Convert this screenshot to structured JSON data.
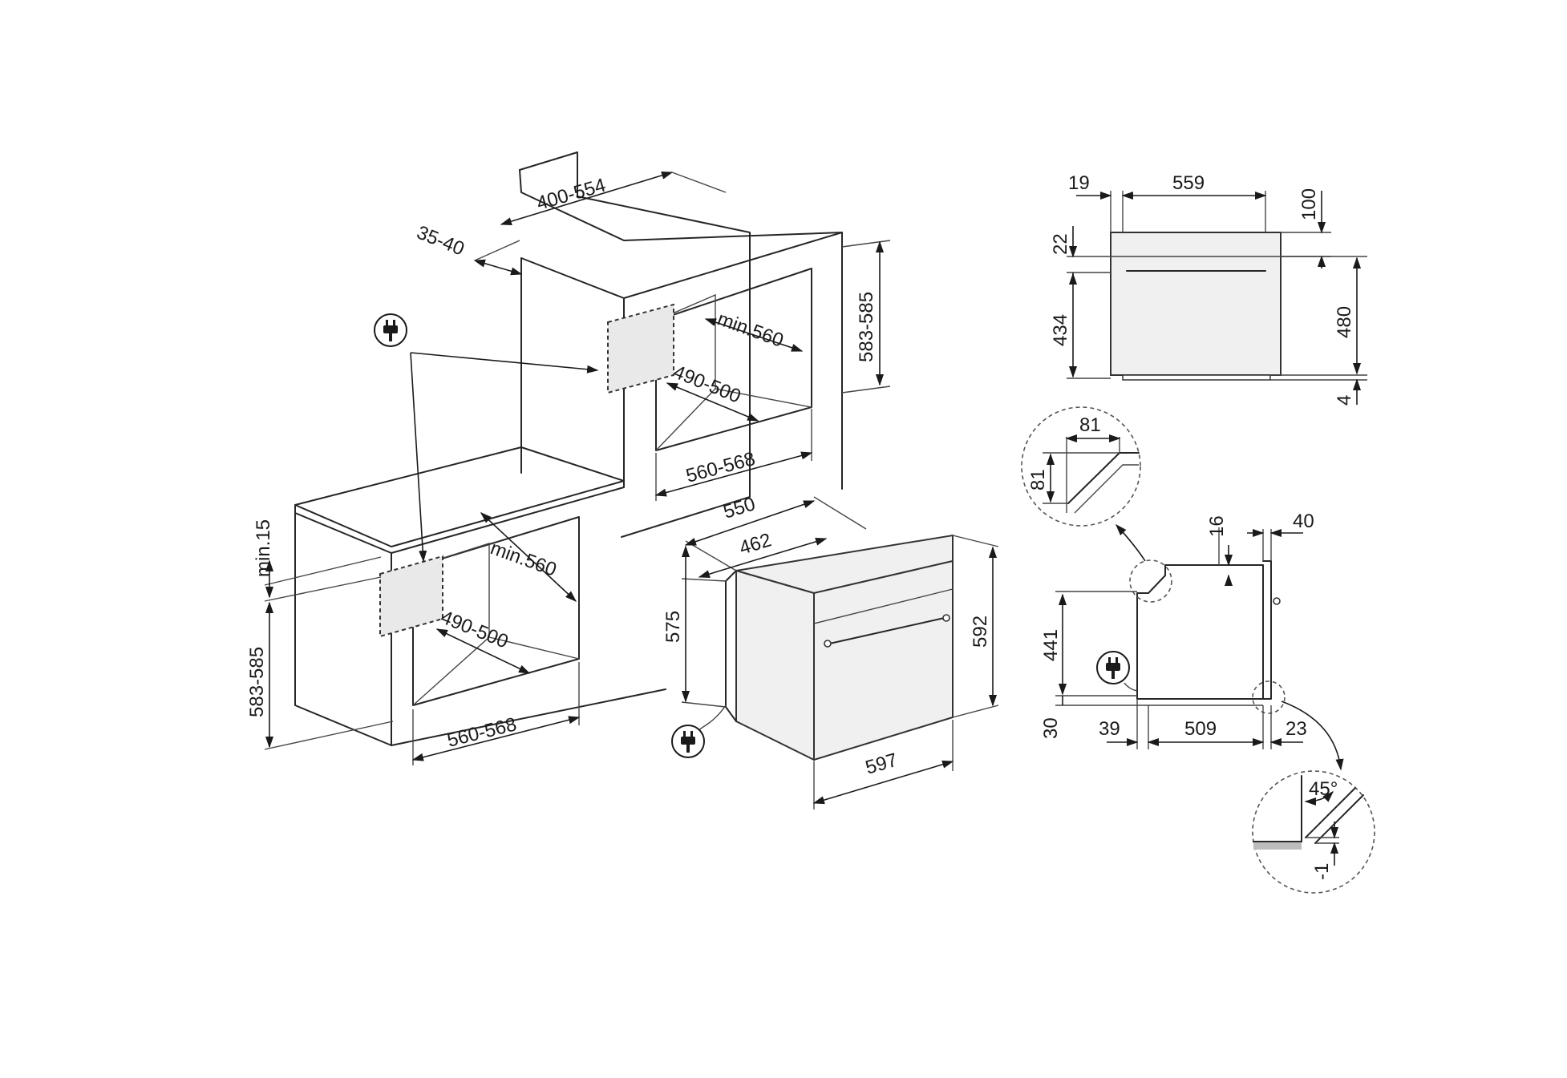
{
  "dims": {
    "upper_cabinet": {
      "width_top": "400-554",
      "rear_gap": "35-40",
      "height": "583-585",
      "depth": "min.560",
      "inner_depth": "490-500",
      "width": "560-568"
    },
    "lower_cabinet": {
      "worktop_gap": "min.15",
      "height": "583-585",
      "depth": "min.560",
      "inner_depth": "490-500",
      "width": "560-568"
    },
    "oven_3d": {
      "depth": "550",
      "body_depth": "462",
      "body_height": "575",
      "height": "592",
      "width": "597"
    },
    "front_view": {
      "left_offset": "19",
      "width": "559",
      "top_gap": "100",
      "panel_height": "22",
      "body_height": "434",
      "total_height": "480",
      "bottom_gap": "4"
    },
    "side_view": {
      "detail_w": "81",
      "detail_h": "81",
      "top_step": "16",
      "front_depth": "40",
      "height": "441",
      "bottom": "30",
      "rear_offset": "39",
      "depth": "509",
      "front_offset": "23",
      "angle": "45°",
      "gap": "-1"
    }
  },
  "icons": [
    "plug-icon"
  ]
}
